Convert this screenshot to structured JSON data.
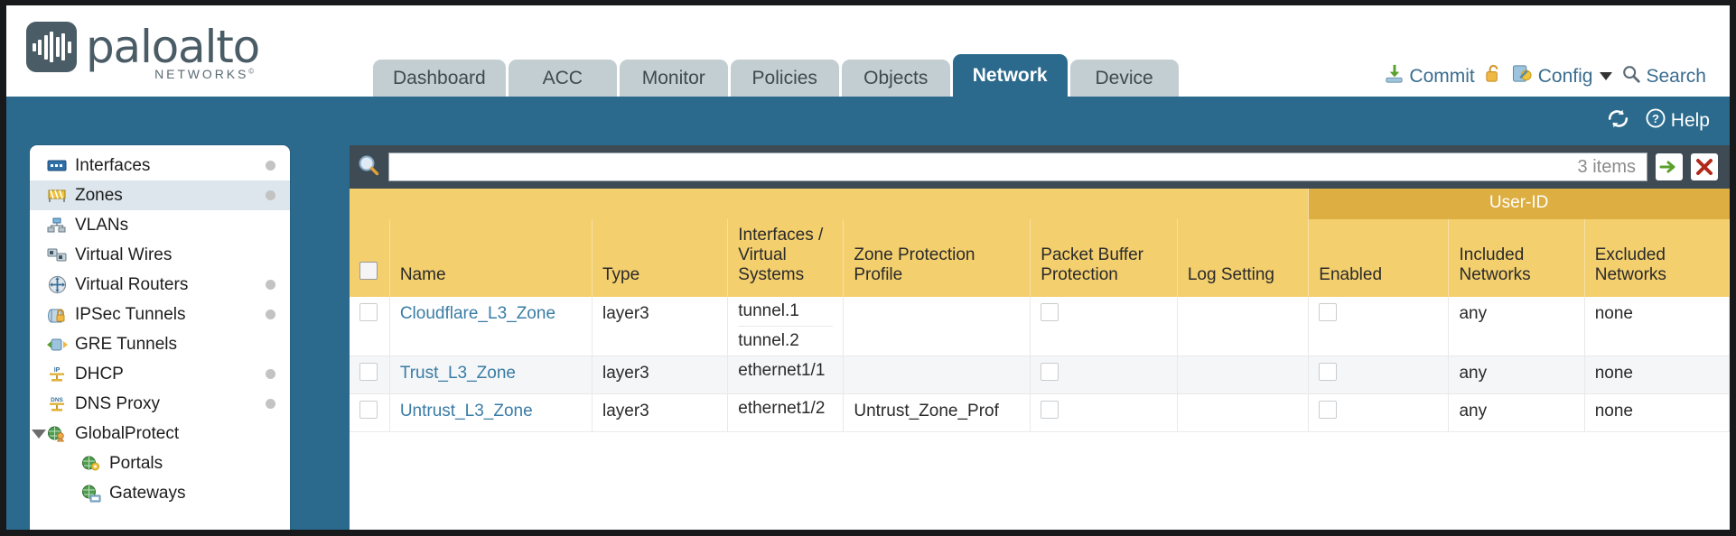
{
  "brand": {
    "name": "paloalto",
    "sub": "NETWORKS",
    "registered": "©"
  },
  "nav": {
    "tabs": [
      {
        "label": "Dashboard",
        "active": false
      },
      {
        "label": "ACC",
        "active": false
      },
      {
        "label": "Monitor",
        "active": false
      },
      {
        "label": "Policies",
        "active": false
      },
      {
        "label": "Objects",
        "active": false
      },
      {
        "label": "Network",
        "active": true
      },
      {
        "label": "Device",
        "active": false
      }
    ]
  },
  "top_actions": {
    "commit": "Commit",
    "lock_icon": "unlock-icon",
    "config": "Config",
    "search": "Search"
  },
  "blue_bar": {
    "refresh_icon": "refresh-icon",
    "help": "Help"
  },
  "sidebar": {
    "items": [
      {
        "label": "Interfaces",
        "icon": "interfaces-icon",
        "dot": true,
        "selected": false,
        "child": false,
        "caret": false
      },
      {
        "label": "Zones",
        "icon": "zones-icon",
        "dot": true,
        "selected": true,
        "child": false,
        "caret": false
      },
      {
        "label": "VLANs",
        "icon": "vlans-icon",
        "dot": false,
        "selected": false,
        "child": false,
        "caret": false
      },
      {
        "label": "Virtual Wires",
        "icon": "virtual-wires-icon",
        "dot": false,
        "selected": false,
        "child": false,
        "caret": false
      },
      {
        "label": "Virtual Routers",
        "icon": "virtual-routers-icon",
        "dot": true,
        "selected": false,
        "child": false,
        "caret": false
      },
      {
        "label": "IPSec Tunnels",
        "icon": "ipsec-tunnels-icon",
        "dot": true,
        "selected": false,
        "child": false,
        "caret": false
      },
      {
        "label": "GRE Tunnels",
        "icon": "gre-tunnels-icon",
        "dot": false,
        "selected": false,
        "child": false,
        "caret": false
      },
      {
        "label": "DHCP",
        "icon": "dhcp-icon",
        "dot": true,
        "selected": false,
        "child": false,
        "caret": false
      },
      {
        "label": "DNS Proxy",
        "icon": "dns-proxy-icon",
        "dot": true,
        "selected": false,
        "child": false,
        "caret": false
      },
      {
        "label": "GlobalProtect",
        "icon": "globalprotect-icon",
        "dot": false,
        "selected": false,
        "child": false,
        "caret": true
      },
      {
        "label": "Portals",
        "icon": "portals-icon",
        "dot": false,
        "selected": false,
        "child": true,
        "caret": false
      },
      {
        "label": "Gateways",
        "icon": "gateways-icon",
        "dot": false,
        "selected": false,
        "child": true,
        "caret": false
      }
    ]
  },
  "filter": {
    "value": "",
    "placeholder": "",
    "item_count": "3 items",
    "apply_icon": "green-arrow-icon",
    "clear_icon": "red-x-icon",
    "search_icon": "search-icon"
  },
  "table": {
    "group_header": "User-ID",
    "columns": [
      "Name",
      "Type",
      "Interfaces / Virtual Systems",
      "Zone Protection Profile",
      "Packet Buffer Protection",
      "Log Setting",
      "Enabled",
      "Included Networks",
      "Excluded Networks"
    ],
    "col_name": "Name",
    "col_type": "Type",
    "col_interfaces": "Interfaces / Virtual Systems",
    "col_zone_protection": "Zone Protection Profile",
    "col_packet_buffer": "Packet Buffer Protection",
    "col_log_setting": "Log Setting",
    "col_enabled": "Enabled",
    "col_included": "Included Networks",
    "col_excluded": "Excluded Networks",
    "rows": [
      {
        "selected": false,
        "name": "Cloudflare_L3_Zone",
        "type": "layer3",
        "interfaces": [
          "tunnel.1",
          "tunnel.2"
        ],
        "zone_protection_profile": "",
        "packet_buffer_protection": false,
        "log_setting": "",
        "userid_enabled": false,
        "included_networks": "any",
        "excluded_networks": "none"
      },
      {
        "selected": false,
        "name": "Trust_L3_Zone",
        "type": "layer3",
        "interfaces": [
          "ethernet1/1"
        ],
        "zone_protection_profile": "",
        "packet_buffer_protection": false,
        "log_setting": "",
        "userid_enabled": false,
        "included_networks": "any",
        "excluded_networks": "none"
      },
      {
        "selected": false,
        "name": "Untrust_L3_Zone",
        "type": "layer3",
        "interfaces": [
          "ethernet1/2"
        ],
        "zone_protection_profile": "Untrust_Zone_Prof",
        "packet_buffer_protection": false,
        "log_setting": "",
        "userid_enabled": false,
        "included_networks": "any",
        "excluded_networks": "none"
      }
    ]
  },
  "colors": {
    "brand_blue": "#2b6a8c",
    "header_amber": "#f3cf6e",
    "group_amber": "#ddae42",
    "filter_slate": "#3e4b54",
    "link_blue": "#3a7ca5",
    "sidebar_selected": "#dce6ec"
  }
}
